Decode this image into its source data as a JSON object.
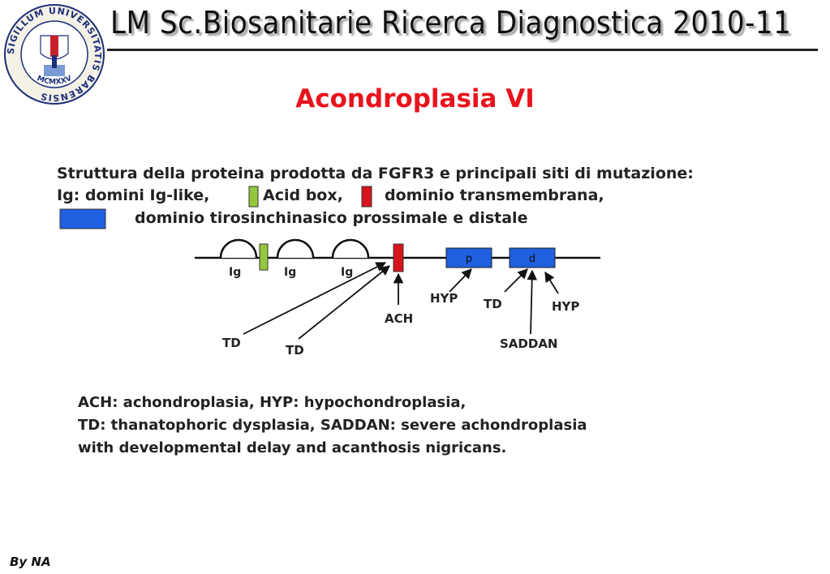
{
  "header": {
    "seal": {
      "ring_text": "SIGILLUM UNIVERSITATIS BARENSIS",
      "year_text": "MCMXXV"
    },
    "title": "LM Sc.Biosanitarie Ricerca Diagnostica 2010-11"
  },
  "slide_title": "Acondroplasia VI",
  "figure": {
    "caption_lines": [
      "Struttura della proteina prodotta da FGFR3 e principali siti di mutazione:",
      "Ig: domini Ig-like,",
      "Acid box,",
      "dominio transmembrana,",
      "dominio tirosinchinasico prossimale e distale"
    ],
    "domain_labels": {
      "ig_1": "Ig",
      "ig_2": "Ig",
      "ig_3": "Ig",
      "kinase_proximal": "p",
      "kinase_distal": "d"
    },
    "mutation_labels": {
      "td_left_1": "TD",
      "td_left_2": "TD",
      "ach": "ACH",
      "hyp_left": "HYP",
      "td_right": "TD",
      "hyp_right": "HYP",
      "saddan": "SADDAN"
    },
    "legend_lines": [
      "ACH: achondroplasia, HYP: hypochondroplasia,",
      "TD: thanatophoric dysplasia, SADDAN: severe achondroplasia",
      "with developmental delay and acanthosis nigricans."
    ],
    "colors": {
      "acid_box": "#93c83c",
      "transmembrane": "#d7141c",
      "kinase": "#1f5fe0"
    }
  },
  "footer": {
    "credit": "By NA"
  }
}
